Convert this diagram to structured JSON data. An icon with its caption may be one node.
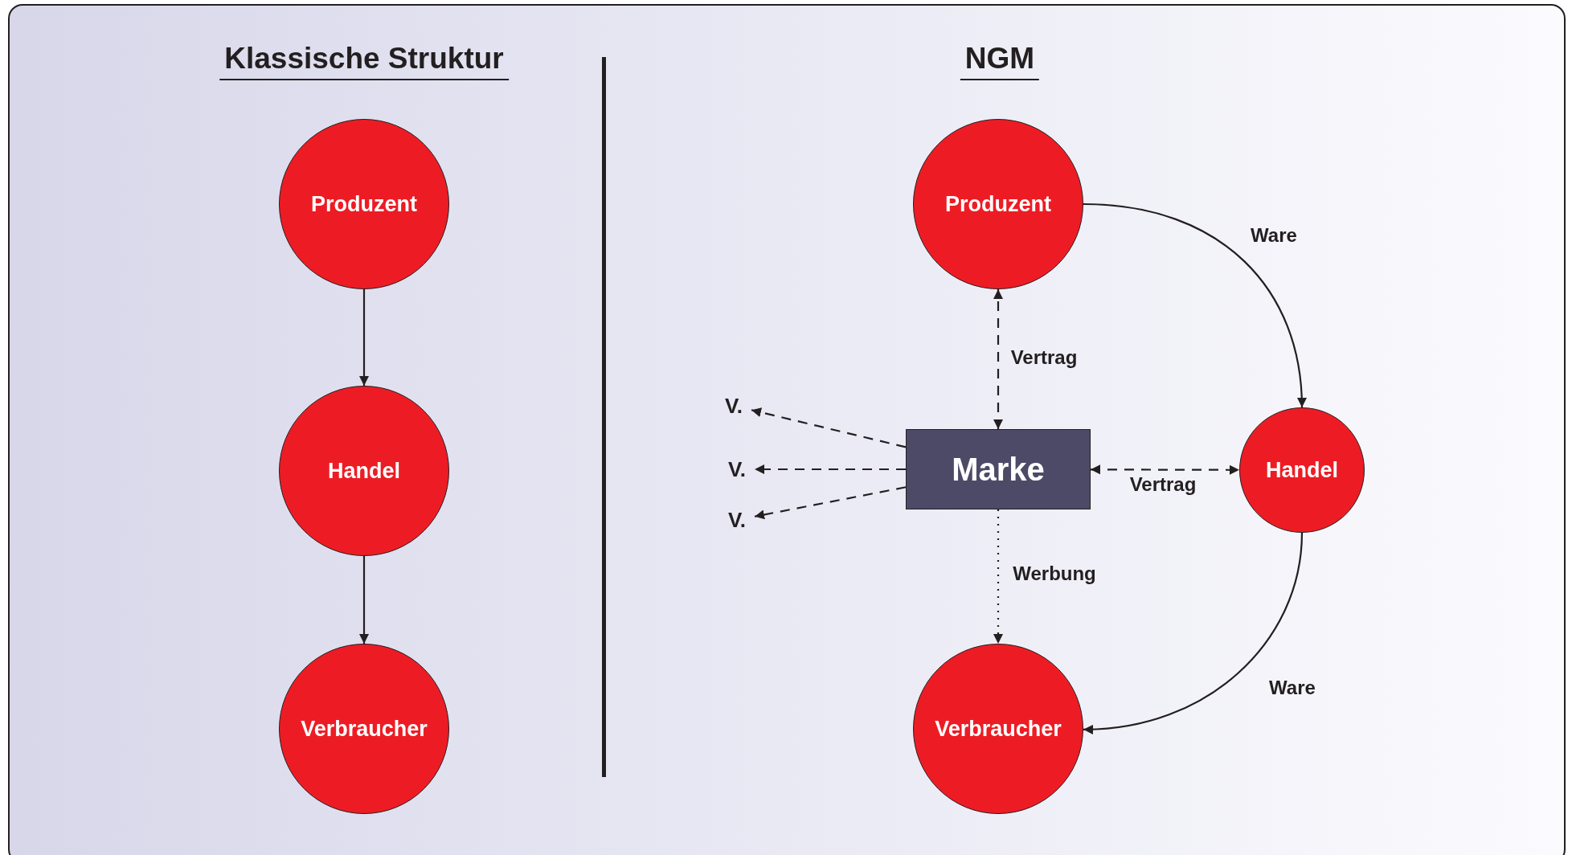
{
  "diagram": {
    "nodes": [
      {
        "text": [
          "Produzent"
        ]
      },
      {
        "text": [
          "Handel"
        ]
      },
      {
        "text": [
          "Verbraucher"
        ]
      },
      {
        "text": [
          "Produzent"
        ]
      },
      {
        "text": [
          "V."
        ]
      },
      {
        "text": [
          "V."
        ]
      },
      {
        "text": [
          "V."
        ]
      },
      {
        "text": [
          "Marke"
        ]
      },
      {
        "text": [
          "Handel"
        ]
      },
      {
        "text": [
          "Verbraucher"
        ]
      }
    ],
    "edges": [
      {
        "from": 0,
        "to": 1,
        "arrow": "to"
      },
      {
        "from": 1,
        "to": 2,
        "arrow": "to"
      },
      {
        "from": 3,
        "to": 8,
        "arrow": "to",
        "label": "Ware"
      },
      {
        "from": 7,
        "to": 3,
        "arrow": "both",
        "label": "Vertrag",
        "style": "dashed"
      },
      {
        "from": 7,
        "to": 4,
        "arrow": "to",
        "style": "dashed"
      },
      {
        "from": 7,
        "to": 5,
        "arrow": "to",
        "style": "dashed"
      },
      {
        "from": 7,
        "to": 6,
        "arrow": "to",
        "style": "dashed"
      },
      {
        "from": 7,
        "to": 8,
        "arrow": "both",
        "label": "Vertrag",
        "style": "dashed"
      },
      {
        "from": 7,
        "to": 9,
        "arrow": "to",
        "label": "Werbung",
        "style": "dashed"
      },
      {
        "from": 8,
        "to": 9,
        "arrow": "to",
        "label": "Ware"
      }
    ],
    "labels": [
      "Klassische Struktur",
      "NGM"
    ]
  }
}
